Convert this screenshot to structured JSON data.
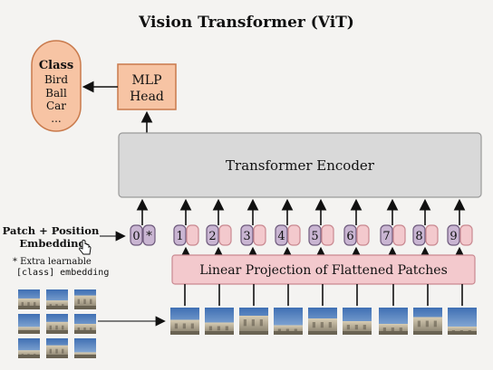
{
  "title": "Vision Transformer (ViT)",
  "class_box": {
    "heading": "Class",
    "items": [
      "Bird",
      "Ball",
      "Car",
      "..."
    ]
  },
  "mlp_head": {
    "line1": "MLP",
    "line2": "Head"
  },
  "encoder": {
    "label": "Transformer Encoder"
  },
  "projection": {
    "label": "Linear Projection of Flattened Patches"
  },
  "embedding_label": {
    "line1": "Patch + Position",
    "line2": "Embedding"
  },
  "note": {
    "line1": "* Extra learnable",
    "line2": "[class] embedding"
  },
  "tokens": [
    {
      "number": "0",
      "marker": "*"
    },
    {
      "number": "1"
    },
    {
      "number": "2"
    },
    {
      "number": "3"
    },
    {
      "number": "4"
    },
    {
      "number": "5"
    },
    {
      "number": "6"
    },
    {
      "number": "7"
    },
    {
      "number": "8"
    },
    {
      "number": "9"
    }
  ],
  "colors": {
    "background": "#f4f3f1",
    "orange_fill": "#f7c4a4",
    "orange_stroke": "#c97a4c",
    "encoder_fill": "#d9d9d9",
    "projection_fill": "#f3c9cd",
    "projection_stroke": "#c98991",
    "position_fill": "#c9b5d2",
    "position_stroke": "#6e5a7c",
    "patch_fill": "#f3c9cd"
  },
  "icons": {
    "cursor": "hand-pointer-icon"
  }
}
